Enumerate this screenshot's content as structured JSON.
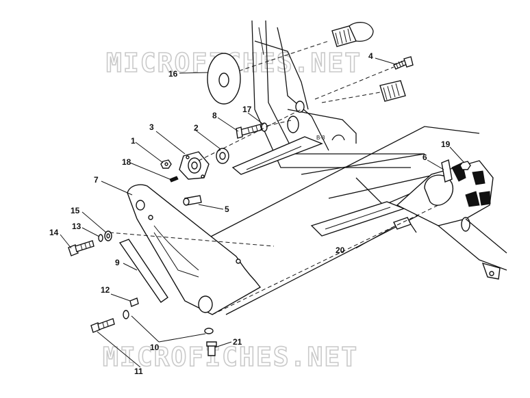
{
  "watermark": {
    "top": "MICROFICHES.NET",
    "bottom": "MICROFICHES.NET",
    "color": "#c9c9c9"
  },
  "callouts": {
    "c1": "1",
    "c2": "2",
    "c3": "3",
    "c4": "4",
    "c5": "5",
    "c6": "6",
    "c7": "7",
    "c8": "8",
    "c9": "9",
    "c10": "10",
    "c11": "11",
    "c12": "12",
    "c13": "13",
    "c14": "14",
    "c15": "15",
    "c16": "16",
    "c17": "17",
    "c18": "18",
    "c19": "19",
    "c20": "20",
    "c21": "21"
  },
  "frame_marking": "B-3",
  "colors": {
    "ink": "#111111",
    "paper": "#ffffff"
  }
}
